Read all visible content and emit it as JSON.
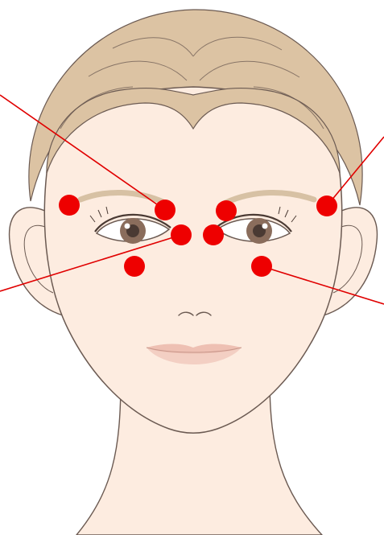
{
  "colors": {
    "background": "#ffffff",
    "skin": "#fdece0",
    "skin_shadow": "#f6d9c8",
    "hair": "#dcc3a3",
    "outline": "#6b5a52",
    "brow": "#d7c1a4",
    "iris": "#8a6d5c",
    "lips": "#eec0b3",
    "pressure_point": "#ee0000",
    "leader_line": "#e00000"
  },
  "pressure_points": [
    {
      "id": "temple-right",
      "label": ""
    },
    {
      "id": "brow-inner-right",
      "label": ""
    },
    {
      "id": "brow-inner-left",
      "label": ""
    },
    {
      "id": "temple-left",
      "label": ""
    },
    {
      "id": "nose-bridge-right",
      "label": ""
    },
    {
      "id": "nose-bridge-left",
      "label": ""
    },
    {
      "id": "cheek-right",
      "label": ""
    },
    {
      "id": "cheek-left",
      "label": ""
    }
  ],
  "leader_lines": [
    {
      "from": "brow-inner-right"
    },
    {
      "from": "temple-left"
    },
    {
      "from": "nose-bridge-right"
    },
    {
      "from": "cheek-left"
    }
  ]
}
